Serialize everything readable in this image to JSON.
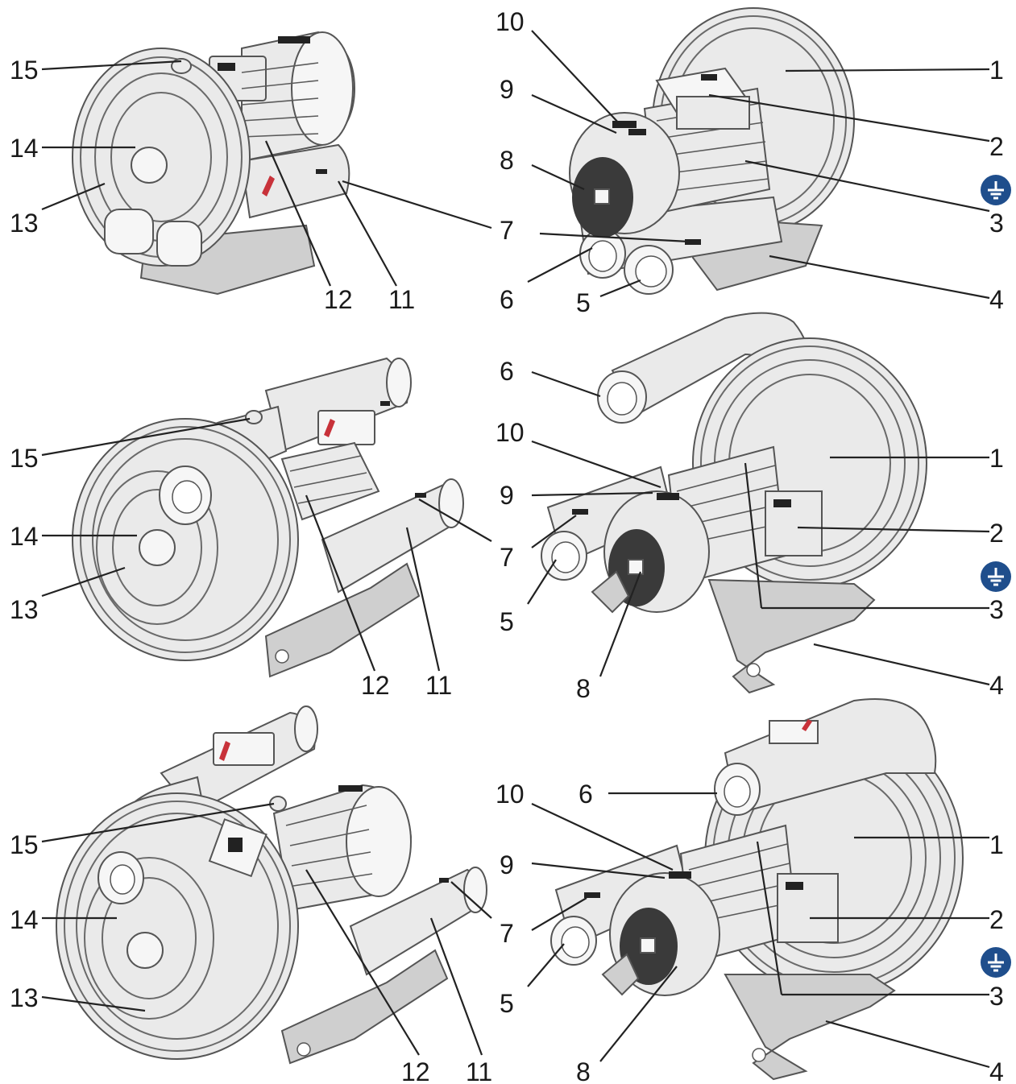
{
  "callouts": {
    "v1": {
      "n15": "15",
      "n14": "14",
      "n13": "13",
      "n12": "12",
      "n11": "11",
      "n10": "10",
      "n9": "9",
      "n8": "8",
      "n7": "7",
      "n6": "6",
      "n5": "5",
      "n1": "1",
      "n2": "2",
      "n3": "3",
      "n4": "4"
    },
    "v2": {
      "n15": "15",
      "n14": "14",
      "n13": "13",
      "n12": "12",
      "n11": "11",
      "n10": "10",
      "n9": "9",
      "n8": "8",
      "n7": "7",
      "n6": "6",
      "n5": "5",
      "n1": "1",
      "n2": "2",
      "n3": "3",
      "n4": "4"
    },
    "v3": {
      "n15": "15",
      "n14": "14",
      "n13": "13",
      "n12": "12",
      "n11": "11",
      "n10": "10",
      "n9": "9",
      "n8": "8",
      "n7": "7",
      "n6": "6",
      "n5": "5",
      "n1": "1",
      "n2": "2",
      "n3": "3",
      "n4": "4"
    }
  },
  "icons": {
    "ground": "ground-symbol-icon",
    "ground_color": "#1f4e8c"
  }
}
